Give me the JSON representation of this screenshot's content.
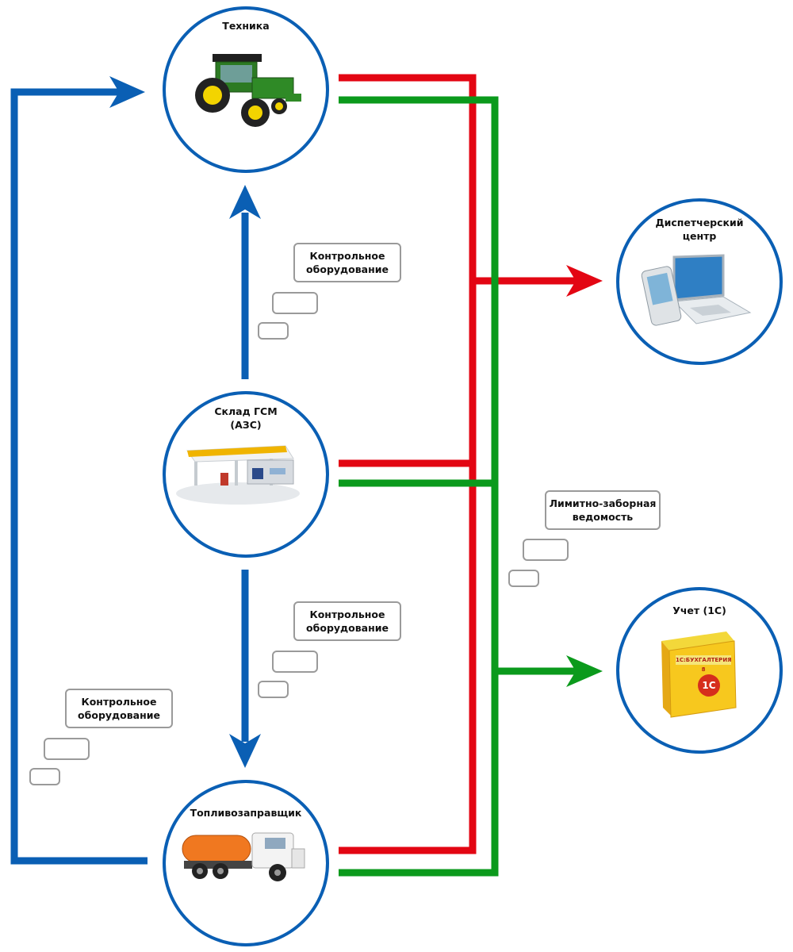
{
  "nodes": {
    "tech": {
      "title": "Техника",
      "icon": "tractor-icon"
    },
    "dispatch": {
      "title_line1": "Диспетчерский",
      "title_line2": "центр",
      "icon": "laptop-pda-icon"
    },
    "warehouse": {
      "title_line1": "Склад ГСМ",
      "title_line2": "(АЗС)",
      "icon": "gas-station-icon"
    },
    "accounting": {
      "title": "Учет (1С)",
      "icon": "software-box-icon",
      "box_brand": "1С",
      "box_label": "1С:БУХГАЛТЕРИЯ 8"
    },
    "tanker": {
      "title": "Топливозаправщик",
      "icon": "fuel-truck-icon"
    }
  },
  "callouts": {
    "control1": {
      "line1": "Контрольное",
      "line2": "оборудование"
    },
    "control2": {
      "line1": "Контрольное",
      "line2": "оборудование"
    },
    "control3": {
      "line1": "Контрольное",
      "line2": "оборудование"
    },
    "limit": {
      "line1": "Лимитно-заборная",
      "line2": "ведомость"
    }
  },
  "colors": {
    "flow_blue": "#0a5fb4",
    "data_red": "#e30613",
    "data_green": "#0b9a1c",
    "circle_border": "#0a5fb4",
    "callout_border": "#9a9a9a"
  }
}
